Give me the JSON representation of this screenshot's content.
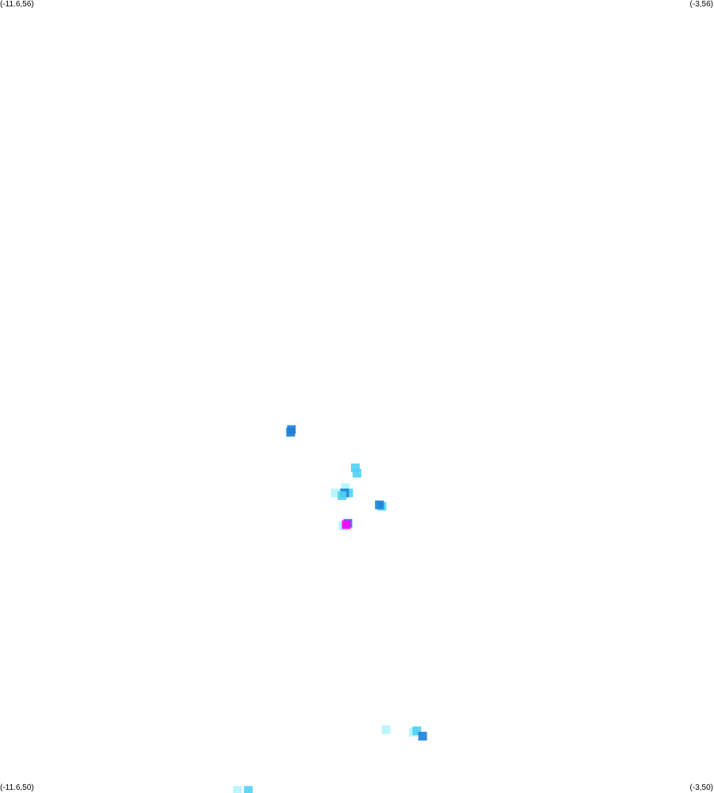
{
  "corner_labels": {
    "top_left": "(-11.6,56)",
    "top_right": "(-3,56)",
    "bottom_left": "(-11.6,50)",
    "bottom_right": "(-3,50)"
  },
  "extent": {
    "lon_min": -11.6,
    "lon_max": -3,
    "lat_min": 50,
    "lat_max": 56
  },
  "legend_colors": {
    "light_cyan": "#aef5fb",
    "cyan": "#4fd0f5",
    "blue": "#1c7fd6",
    "magenta": "#ff00ff"
  },
  "points": [
    {
      "lon": -8.1,
      "lat": 52.73,
      "color": "blue"
    },
    {
      "lon": -8.09,
      "lat": 52.75,
      "color": "blue"
    },
    {
      "lon": -7.32,
      "lat": 52.46,
      "color": "cyan"
    },
    {
      "lon": -7.3,
      "lat": 52.42,
      "color": "cyan"
    },
    {
      "lon": -7.56,
      "lat": 52.27,
      "color": "light_cyan"
    },
    {
      "lon": -7.44,
      "lat": 52.31,
      "color": "light_cyan"
    },
    {
      "lon": -7.4,
      "lat": 52.27,
      "color": "cyan"
    },
    {
      "lon": -7.45,
      "lat": 52.27,
      "color": "blue"
    },
    {
      "lon": -7.48,
      "lat": 52.25,
      "color": "cyan"
    },
    {
      "lon": -7.0,
      "lat": 52.17,
      "color": "cyan"
    },
    {
      "lon": -7.03,
      "lat": 52.18,
      "color": "blue"
    },
    {
      "lon": -7.47,
      "lat": 52.02,
      "color": "light_cyan"
    },
    {
      "lon": -7.41,
      "lat": 52.04,
      "color": "blue"
    },
    {
      "lon": -7.43,
      "lat": 52.03,
      "color": "magenta"
    },
    {
      "lon": -6.95,
      "lat": 50.48,
      "color": "light_cyan"
    },
    {
      "lon": -6.62,
      "lat": 50.46,
      "color": "light_cyan"
    },
    {
      "lon": -6.58,
      "lat": 50.47,
      "color": "cyan"
    },
    {
      "lon": -6.51,
      "lat": 50.43,
      "color": "blue"
    },
    {
      "lon": -8.74,
      "lat": 50.02,
      "color": "light_cyan"
    },
    {
      "lon": -8.61,
      "lat": 50.02,
      "color": "cyan"
    }
  ]
}
